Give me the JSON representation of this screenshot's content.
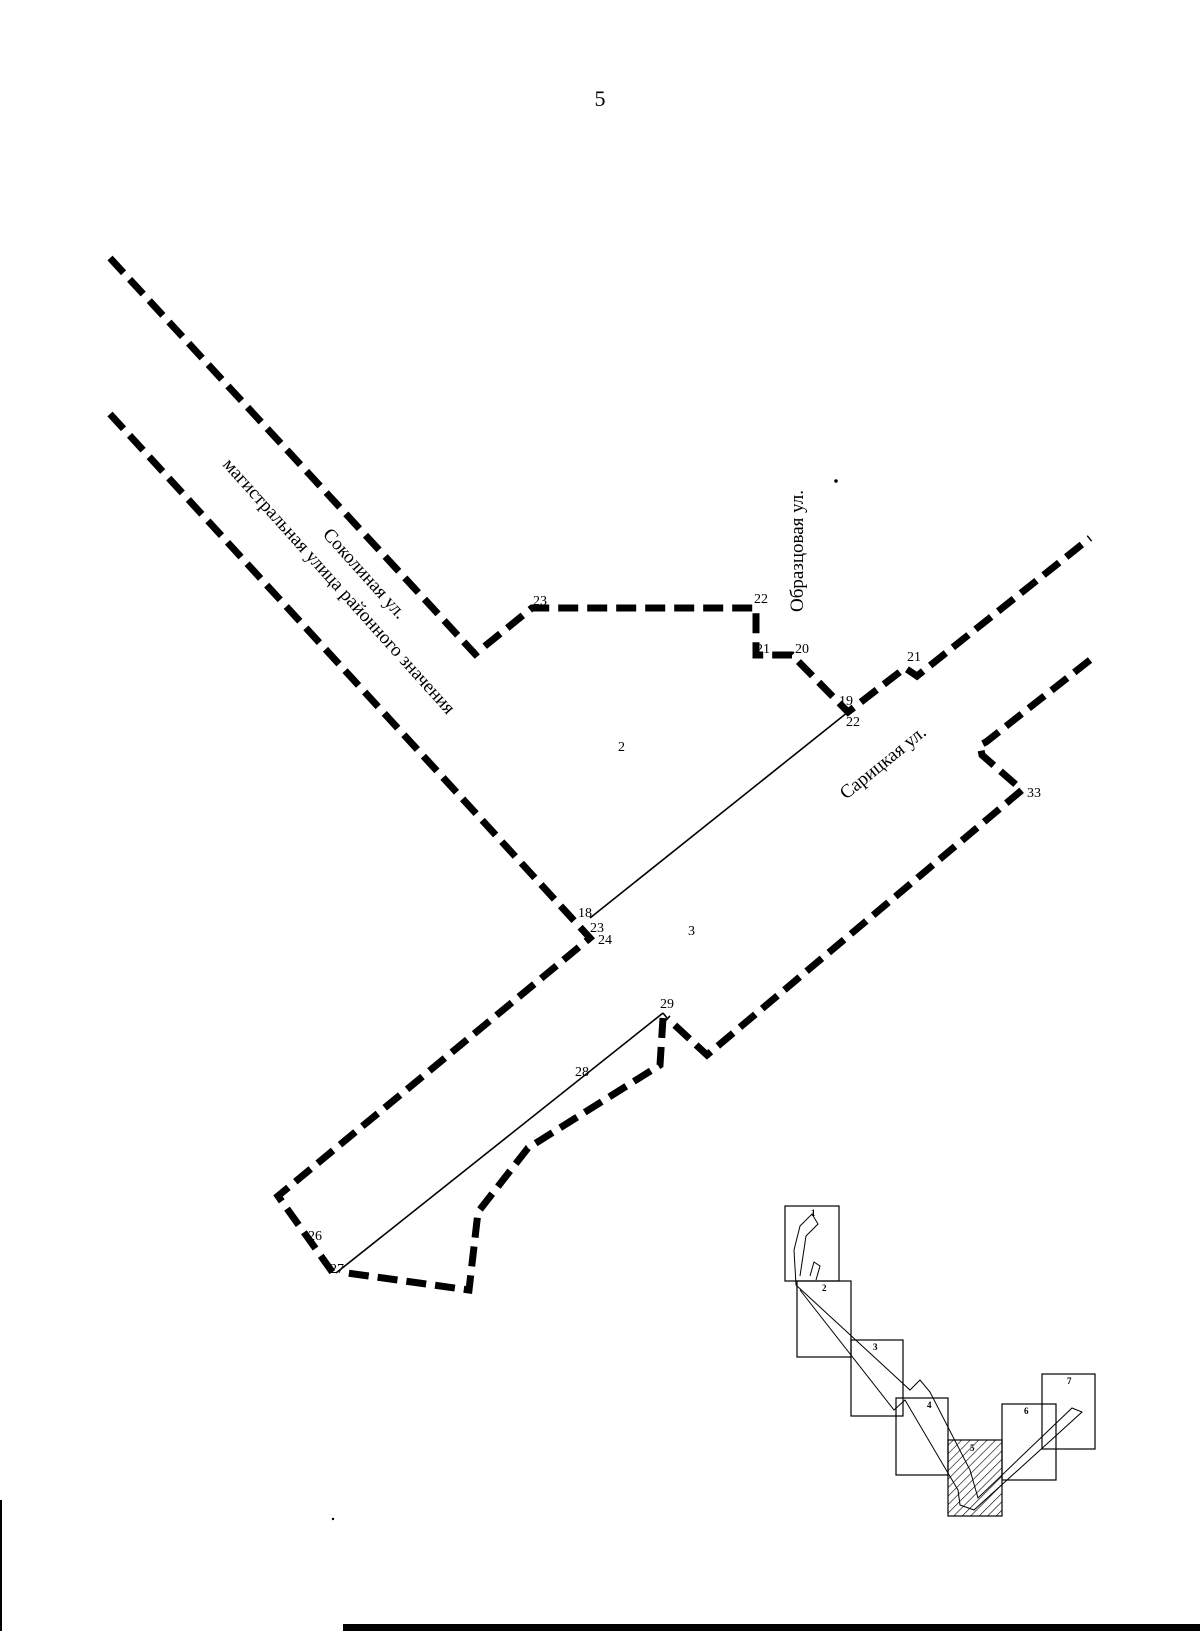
{
  "page_number": "5",
  "streets": {
    "sokolinaya": "Соколиная ул.",
    "magistral": "магистральная улица районного значения",
    "obraztsovaya": "Образцовая ул.",
    "saritskaya": "Сарицкая ул."
  },
  "zones": {
    "z2": "2",
    "z3": "3"
  },
  "points": {
    "p23_top": "23",
    "p22_top": "22",
    "p21_left": "21",
    "p20": "20",
    "p21_right": "21",
    "p19": "19",
    "p22_mid": "22",
    "p33": "33",
    "p18": "18",
    "p23_mid": "23",
    "p24": "24",
    "p29": "29",
    "p28": "28",
    "p26": "26",
    "p27": "27"
  },
  "key_map": {
    "sheets": [
      "1",
      "2",
      "3",
      "4",
      "5",
      "6",
      "7"
    ],
    "current_sheet": "5"
  }
}
